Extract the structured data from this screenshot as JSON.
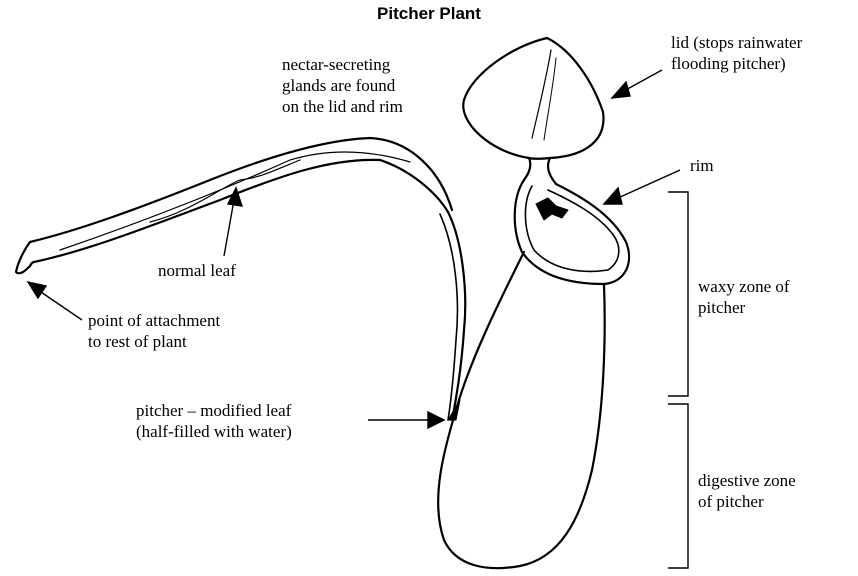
{
  "diagram": {
    "title": "Pitcher Plant",
    "labels": {
      "nectar": [
        "nectar-secreting",
        "glands are found",
        "on the lid and rim"
      ],
      "lid": [
        "lid (stops rainwater",
        "flooding pitcher)"
      ],
      "rim": "rim",
      "normal_leaf": "normal leaf",
      "attachment": [
        "point of attachment",
        "to rest of plant"
      ],
      "pitcher": [
        "pitcher – modified leaf",
        "(half-filled with water)"
      ],
      "waxy_zone": [
        "waxy zone of",
        "pitcher"
      ],
      "digestive_zone": [
        "digestive zone",
        "of pitcher"
      ]
    }
  }
}
